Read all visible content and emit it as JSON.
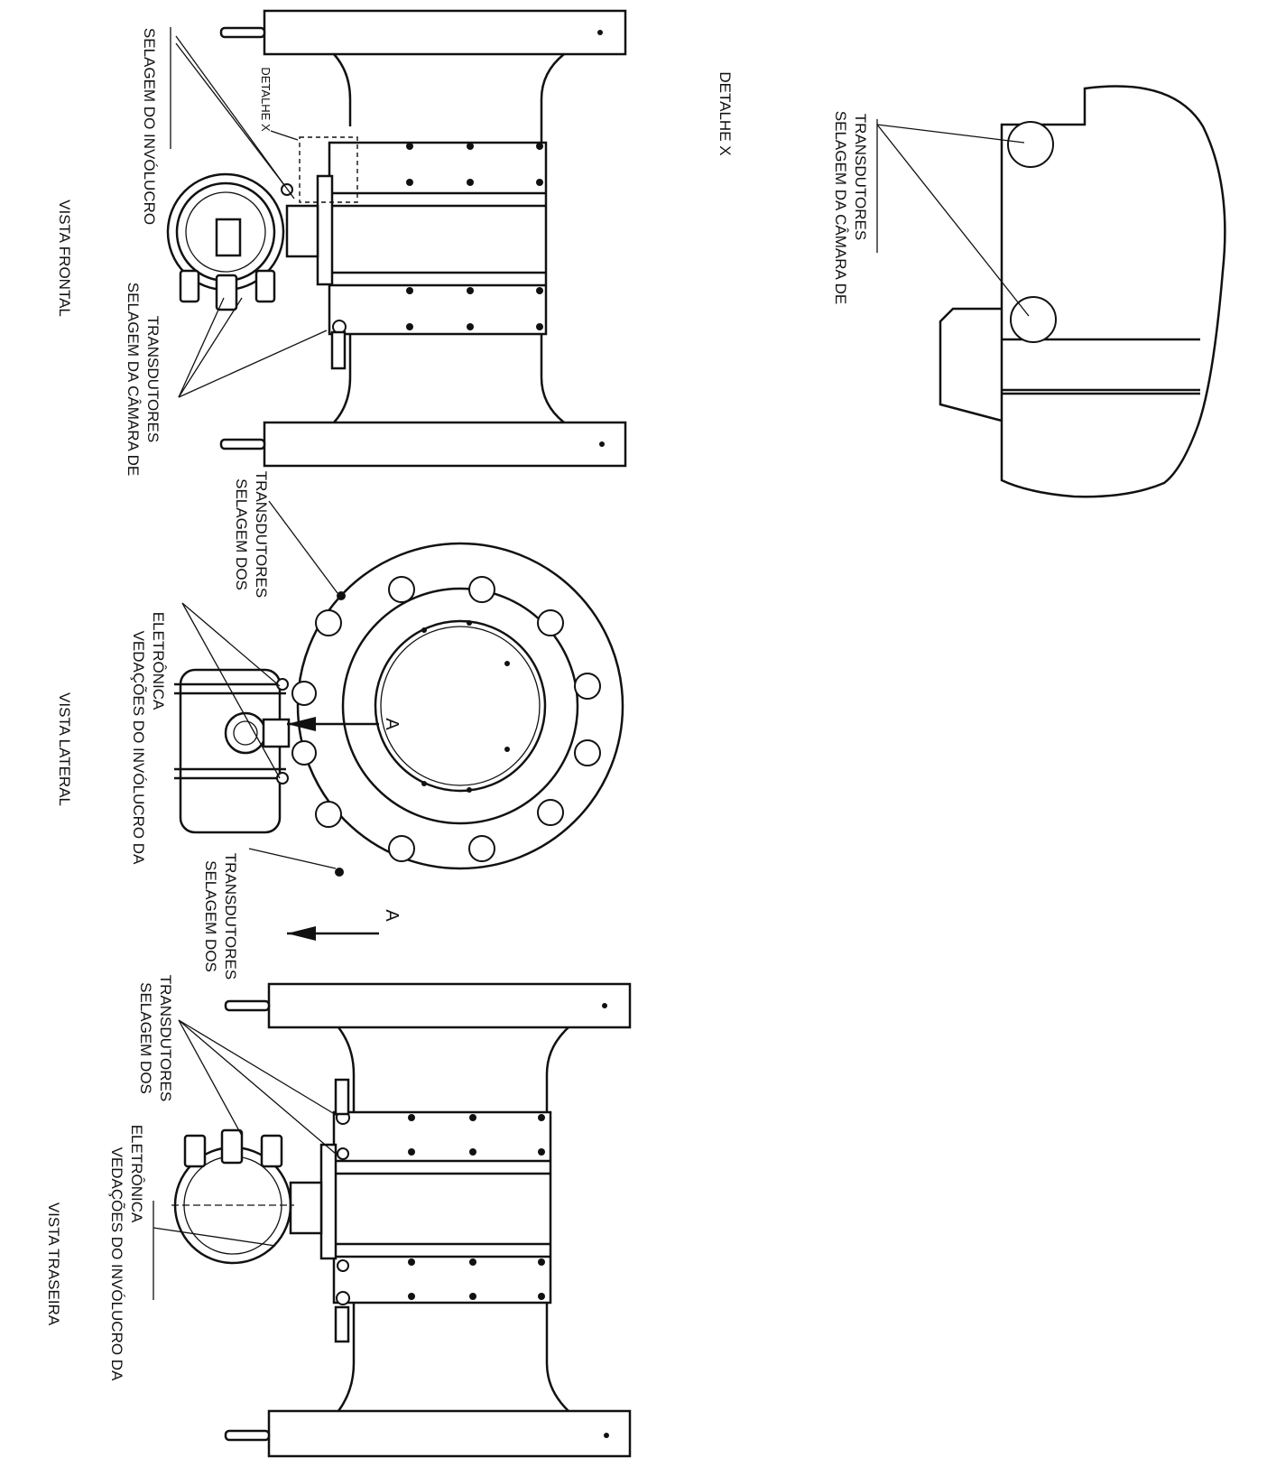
{
  "views": {
    "front": {
      "title": "VISTA FRONTAL"
    },
    "side": {
      "title": "VISTA LATERAL"
    },
    "rear": {
      "title": "VISTA TRASEIRA"
    },
    "detail": {
      "title": "DETALHE X"
    }
  },
  "labels": {
    "front_housing_seal": "SELAGEM DO INVÓLUCRO",
    "front_detail_ref": "DETALHE X",
    "front_chamber_seal_1": "SELAGEM DA CÂMARA DE",
    "front_chamber_seal_2": "TRANSDUTORES",
    "side_transducer_seal_top_1": "SELAGEM DOS",
    "side_transducer_seal_top_2": "TRANSDUTORES",
    "side_electronics_seal_1": "VEDAÇÕES DO INVÓLUCRO DA",
    "side_electronics_seal_2": "ELETRÔNICA",
    "side_section_a_top": "A",
    "side_transducer_seal_bottom_1": "SELAGEM DOS",
    "side_transducer_seal_bottom_2": "TRANSDUTORES",
    "side_section_a_bottom": "A",
    "rear_transducer_seal_1": "SELAGEM DOS",
    "rear_transducer_seal_2": "TRANSDUTORES",
    "rear_electronics_seal_1": "VEDAÇÕES DO INVÓLUCRO DA",
    "rear_electronics_seal_2": "ELETRÔNICA",
    "detail_chamber_seal_1": "SELAGEM DA CÂMARA DE",
    "detail_chamber_seal_2": "TRANSDUTORES"
  }
}
